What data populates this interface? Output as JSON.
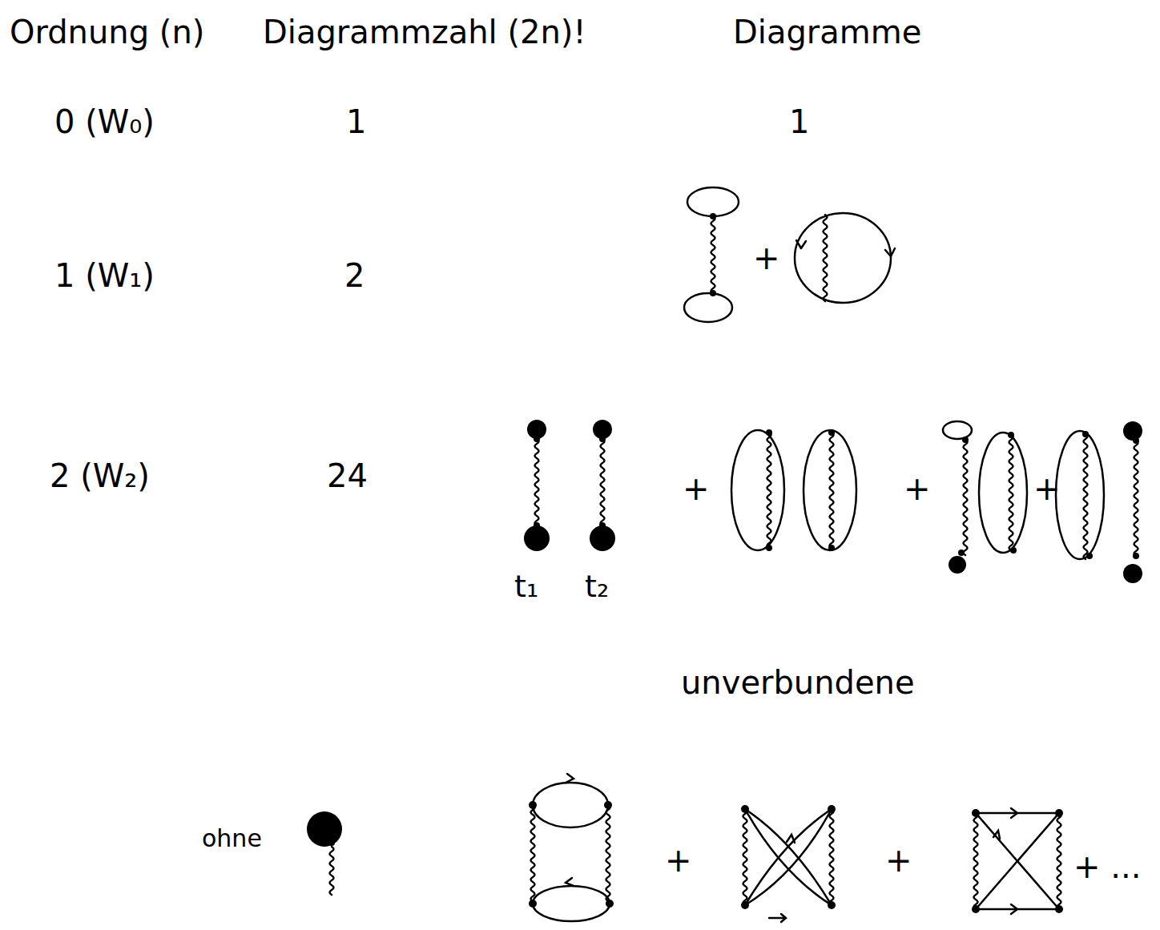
{
  "diagram": {
    "labels": [
      "Ordnung (n)",
      "Diagrammzahl (2n)!",
      "Diagramme",
      "0 (W₀)",
      "1",
      "1",
      "1 (W₁)",
      "2",
      "+",
      "2 (W₂)",
      "24",
      "+",
      "+",
      "+",
      "t₁",
      "t₂",
      "unverbundene",
      "ohne",
      "+",
      "+",
      "+ ..."
    ]
  }
}
